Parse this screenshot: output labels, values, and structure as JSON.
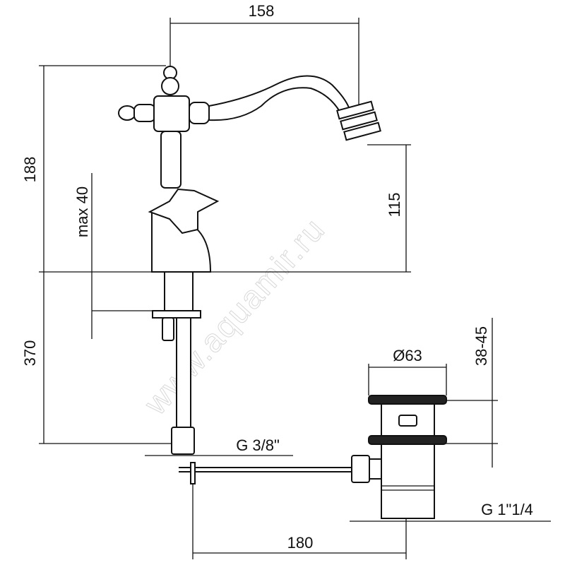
{
  "title": "Bidet mixer dimension drawing",
  "dimensions": {
    "spout_reach": "158",
    "total_height": "188",
    "max_deck": "max 40",
    "spout_height": "115",
    "hose_length": "370",
    "waste_adjust": "38-45",
    "waste_diameter": "Ø63",
    "inlet_thread": "G 3/8\"",
    "waste_thread": "G 1\"1/4",
    "rod_length": "180"
  },
  "watermark": "www.aquamir.ru"
}
